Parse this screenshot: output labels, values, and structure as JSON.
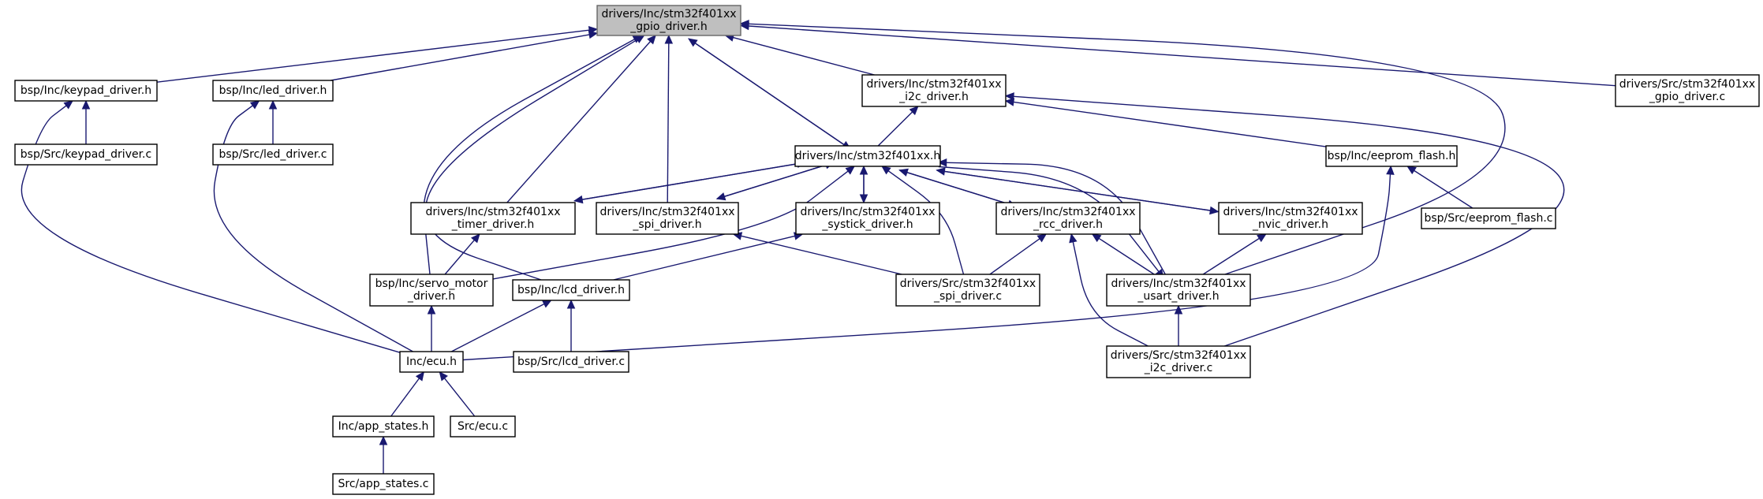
{
  "diagram": {
    "nodes": [
      {
        "id": "gpio_h",
        "lines": [
          "drivers/Inc/stm32f401xx",
          "_gpio_driver.h"
        ],
        "root": true
      },
      {
        "id": "keypad_h",
        "lines": [
          "bsp/Inc/keypad_driver.h"
        ]
      },
      {
        "id": "led_h",
        "lines": [
          "bsp/Inc/led_driver.h"
        ]
      },
      {
        "id": "i2c_h",
        "lines": [
          "drivers/Inc/stm32f401xx",
          "_i2c_driver.h"
        ]
      },
      {
        "id": "gpio_c",
        "lines": [
          "drivers/Src/stm32f401xx",
          "_gpio_driver.c"
        ]
      },
      {
        "id": "keypad_c",
        "lines": [
          "bsp/Src/keypad_driver.c"
        ]
      },
      {
        "id": "led_c",
        "lines": [
          "bsp/Src/led_driver.c"
        ]
      },
      {
        "id": "stm32_h",
        "lines": [
          "drivers/Inc/stm32f401xx.h"
        ]
      },
      {
        "id": "eeprom_h",
        "lines": [
          "bsp/Inc/eeprom_flash.h"
        ]
      },
      {
        "id": "timer_h",
        "lines": [
          "drivers/Inc/stm32f401xx",
          "_timer_driver.h"
        ]
      },
      {
        "id": "spi_h",
        "lines": [
          "drivers/Inc/stm32f401xx",
          "_spi_driver.h"
        ]
      },
      {
        "id": "systick_h",
        "lines": [
          "drivers/Inc/stm32f401xx",
          "_systick_driver.h"
        ]
      },
      {
        "id": "rcc_h",
        "lines": [
          "drivers/Inc/stm32f401xx",
          "_rcc_driver.h"
        ]
      },
      {
        "id": "nvic_h",
        "lines": [
          "drivers/Inc/stm32f401xx",
          "_nvic_driver.h"
        ]
      },
      {
        "id": "eeprom_c",
        "lines": [
          "bsp/Src/eeprom_flash.c"
        ]
      },
      {
        "id": "servo_h",
        "lines": [
          "bsp/Inc/servo_motor",
          "_driver.h"
        ]
      },
      {
        "id": "lcd_h",
        "lines": [
          "bsp/Inc/lcd_driver.h"
        ]
      },
      {
        "id": "spi_c",
        "lines": [
          "drivers/Src/stm32f401xx",
          "_spi_driver.c"
        ]
      },
      {
        "id": "usart_h",
        "lines": [
          "drivers/Inc/stm32f401xx",
          "_usart_driver.h"
        ]
      },
      {
        "id": "ecu_h",
        "lines": [
          "Inc/ecu.h"
        ]
      },
      {
        "id": "lcd_c",
        "lines": [
          "bsp/Src/lcd_driver.c"
        ]
      },
      {
        "id": "i2c_c",
        "lines": [
          "drivers/Src/stm32f401xx",
          "_i2c_driver.c"
        ]
      },
      {
        "id": "app_states_h",
        "lines": [
          "Inc/app_states.h"
        ]
      },
      {
        "id": "ecu_c",
        "lines": [
          "Src/ecu.c"
        ]
      },
      {
        "id": "app_states_c",
        "lines": [
          "Src/app_states.c"
        ]
      }
    ],
    "edges": [
      {
        "from": "keypad_h",
        "to": "gpio_h"
      },
      {
        "from": "led_h",
        "to": "gpio_h"
      },
      {
        "from": "i2c_h",
        "to": "gpio_h"
      },
      {
        "from": "gpio_c",
        "to": "gpio_h"
      },
      {
        "from": "stm32_h",
        "to": "gpio_h"
      },
      {
        "from": "gpio_h",
        "to": "stm32_h"
      },
      {
        "from": "timer_h",
        "to": "gpio_h"
      },
      {
        "from": "spi_h",
        "to": "gpio_h"
      },
      {
        "from": "servo_h",
        "to": "gpio_h"
      },
      {
        "from": "lcd_h",
        "to": "gpio_h"
      },
      {
        "from": "usart_h",
        "to": "gpio_h"
      },
      {
        "from": "keypad_c",
        "to": "keypad_h"
      },
      {
        "from": "ecu_h",
        "to": "keypad_h"
      },
      {
        "from": "led_c",
        "to": "led_h"
      },
      {
        "from": "ecu_h",
        "to": "led_h"
      },
      {
        "from": "stm32_h",
        "to": "i2c_h"
      },
      {
        "from": "eeprom_h",
        "to": "i2c_h"
      },
      {
        "from": "i2c_c",
        "to": "i2c_h"
      },
      {
        "from": "timer_h",
        "to": "stm32_h"
      },
      {
        "from": "stm32_h",
        "to": "timer_h"
      },
      {
        "from": "spi_h",
        "to": "stm32_h"
      },
      {
        "from": "stm32_h",
        "to": "spi_h"
      },
      {
        "from": "systick_h",
        "to": "stm32_h"
      },
      {
        "from": "stm32_h",
        "to": "systick_h"
      },
      {
        "from": "rcc_h",
        "to": "stm32_h"
      },
      {
        "from": "stm32_h",
        "to": "rcc_h"
      },
      {
        "from": "nvic_h",
        "to": "stm32_h"
      },
      {
        "from": "stm32_h",
        "to": "nvic_h"
      },
      {
        "from": "usart_h",
        "to": "stm32_h"
      },
      {
        "from": "stm32_h",
        "to": "usart_h"
      },
      {
        "from": "servo_h",
        "to": "stm32_h"
      },
      {
        "from": "spi_c",
        "to": "stm32_h"
      },
      {
        "from": "eeprom_c",
        "to": "eeprom_h"
      },
      {
        "from": "ecu_h",
        "to": "eeprom_h"
      },
      {
        "from": "servo_h",
        "to": "timer_h"
      },
      {
        "from": "spi_c",
        "to": "spi_h"
      },
      {
        "from": "lcd_h",
        "to": "systick_h"
      },
      {
        "from": "spi_c",
        "to": "rcc_h"
      },
      {
        "from": "usart_h",
        "to": "rcc_h"
      },
      {
        "from": "i2c_c",
        "to": "rcc_h"
      },
      {
        "from": "usart_h",
        "to": "nvic_h"
      },
      {
        "from": "ecu_h",
        "to": "servo_h"
      },
      {
        "from": "ecu_h",
        "to": "lcd_h"
      },
      {
        "from": "lcd_c",
        "to": "lcd_h"
      },
      {
        "from": "i2c_c",
        "to": "usart_h"
      },
      {
        "from": "app_states_h",
        "to": "ecu_h"
      },
      {
        "from": "ecu_c",
        "to": "ecu_h"
      },
      {
        "from": "app_states_c",
        "to": "app_states_h"
      }
    ]
  }
}
